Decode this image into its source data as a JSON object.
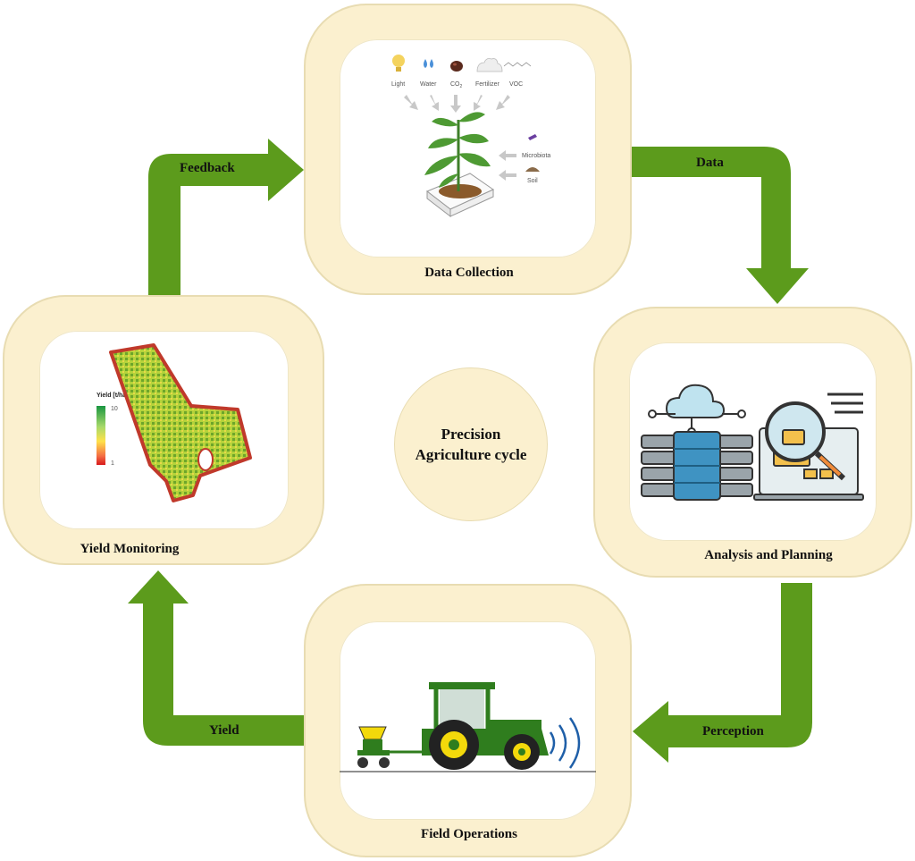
{
  "diagram": {
    "center_line1": "Precision",
    "center_line2": "Agriculture cycle",
    "stages": {
      "data_collection": "Data Collection",
      "analysis_planning": "Analysis and Planning",
      "field_operations": "Field Operations",
      "yield_monitoring": "Yield Monitoring"
    },
    "arrows": {
      "data": "Data",
      "perception": "Perception",
      "yield": "Yield",
      "feedback": "Feedback"
    },
    "data_collection_inputs": {
      "light": "Light",
      "water": "Water",
      "co2": "CO",
      "co2_sub": "2",
      "fertilizer": "Fertilizer",
      "voc": "VOC",
      "microbiota": "Microbiota",
      "soil": "Soil"
    },
    "yield_map": {
      "legend_title": "Yield [t/ha]",
      "legend_max": "10",
      "legend_min": "1"
    },
    "colors": {
      "arrow_green": "#5c9b1c",
      "frame_fill": "#fbf0cf",
      "tractor_green": "#2f7d1e",
      "tractor_yellow": "#f3d90b"
    }
  }
}
